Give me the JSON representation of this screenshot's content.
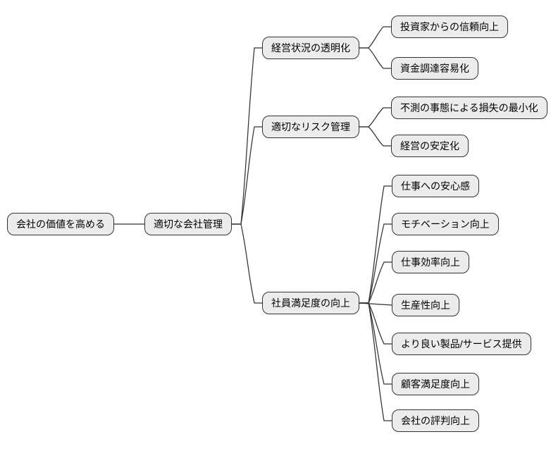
{
  "diagram": {
    "type": "mindmap",
    "direction": "left-to-right",
    "background": "#ffffff",
    "node_style": {
      "fill": "#ececec",
      "border": "#333333",
      "text": "#000000"
    },
    "edge_color": "#333333",
    "nodes": [
      {
        "id": "root",
        "label": "会社の価値を高める",
        "level": 0
      },
      {
        "id": "mgmt",
        "label": "適切な会社管理",
        "level": 1
      },
      {
        "id": "transparency",
        "label": "経営状況の透明化",
        "level": 2
      },
      {
        "id": "investor_trust",
        "label": "投資家からの信頼向上",
        "level": 3
      },
      {
        "id": "fundraising",
        "label": "資金調達容易化",
        "level": 3
      },
      {
        "id": "risk",
        "label": "適切なリスク管理",
        "level": 2
      },
      {
        "id": "loss_min",
        "label": "不測の事態による損失の最小化",
        "level": 3
      },
      {
        "id": "stability",
        "label": "経営の安定化",
        "level": 3
      },
      {
        "id": "satisfaction",
        "label": "社員満足度の向上",
        "level": 2
      },
      {
        "id": "security",
        "label": "仕事への安心感",
        "level": 3
      },
      {
        "id": "motivation",
        "label": "モチベーション向上",
        "level": 3
      },
      {
        "id": "efficiency",
        "label": "仕事効率向上",
        "level": 3
      },
      {
        "id": "productivity",
        "label": "生産性向上",
        "level": 3
      },
      {
        "id": "better_products",
        "label": "より良い製品/サービス提供",
        "level": 3
      },
      {
        "id": "customer_sat",
        "label": "顧客満足度向上",
        "level": 3
      },
      {
        "id": "reputation",
        "label": "会社の評判向上",
        "level": 3
      }
    ],
    "edges": [
      [
        "root",
        "mgmt"
      ],
      [
        "mgmt",
        "transparency"
      ],
      [
        "transparency",
        "investor_trust"
      ],
      [
        "transparency",
        "fundraising"
      ],
      [
        "mgmt",
        "risk"
      ],
      [
        "risk",
        "loss_min"
      ],
      [
        "risk",
        "stability"
      ],
      [
        "mgmt",
        "satisfaction"
      ],
      [
        "satisfaction",
        "security"
      ],
      [
        "satisfaction",
        "motivation"
      ],
      [
        "satisfaction",
        "efficiency"
      ],
      [
        "satisfaction",
        "productivity"
      ],
      [
        "satisfaction",
        "better_products"
      ],
      [
        "satisfaction",
        "customer_sat"
      ],
      [
        "satisfaction",
        "reputation"
      ]
    ]
  }
}
